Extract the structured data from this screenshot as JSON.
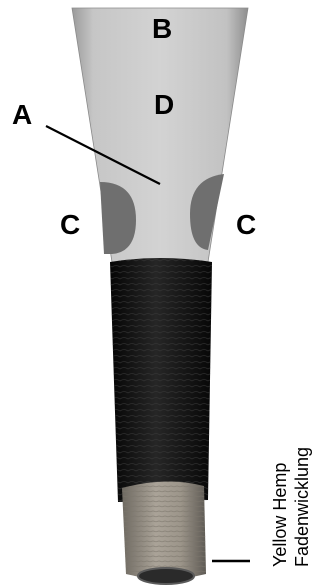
{
  "labels": {
    "a": "A",
    "b": "B",
    "c_left": "C",
    "c_right": "C",
    "d": "D"
  },
  "side_text": {
    "line1": "Yellow Hemp",
    "line2": "Fadenwicklung"
  },
  "colors": {
    "blade": "#b9b9b9",
    "blade_edge": "#d8d8d8",
    "shaded_zone": "#6f6f6f",
    "thread_wrap": "#141414",
    "hemp": "#9a9288",
    "tube_opening": "#2a2a2a",
    "ink": "#000000"
  }
}
